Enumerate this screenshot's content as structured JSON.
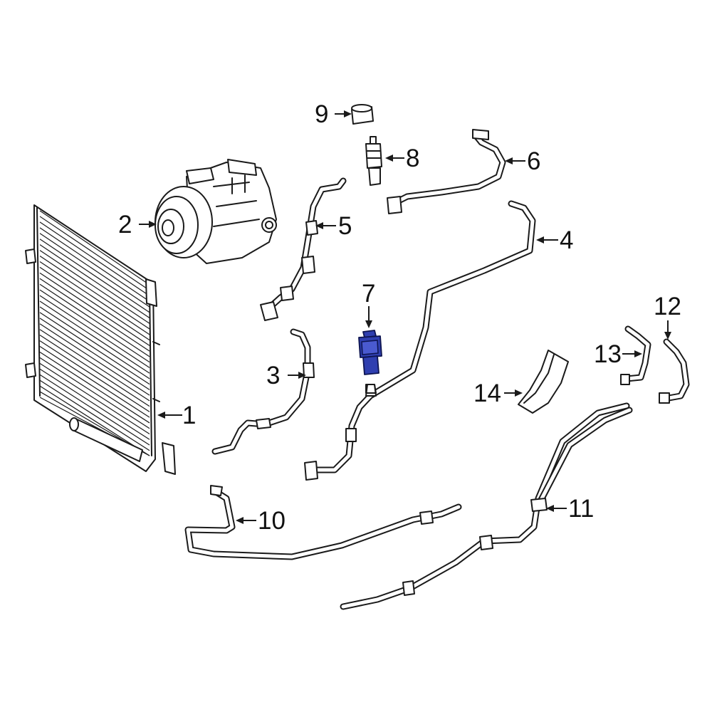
{
  "diagram": {
    "highlight_color": "#2f3fb0",
    "highlighted_part": "7",
    "callouts": [
      {
        "id": "1",
        "label": "1"
      },
      {
        "id": "2",
        "label": "2"
      },
      {
        "id": "3",
        "label": "3"
      },
      {
        "id": "4",
        "label": "4"
      },
      {
        "id": "5",
        "label": "5"
      },
      {
        "id": "6",
        "label": "6"
      },
      {
        "id": "7",
        "label": "7"
      },
      {
        "id": "8",
        "label": "8"
      },
      {
        "id": "9",
        "label": "9"
      },
      {
        "id": "10",
        "label": "10"
      },
      {
        "id": "11",
        "label": "11"
      },
      {
        "id": "12",
        "label": "12"
      },
      {
        "id": "13",
        "label": "13"
      },
      {
        "id": "14",
        "label": "14"
      }
    ]
  }
}
